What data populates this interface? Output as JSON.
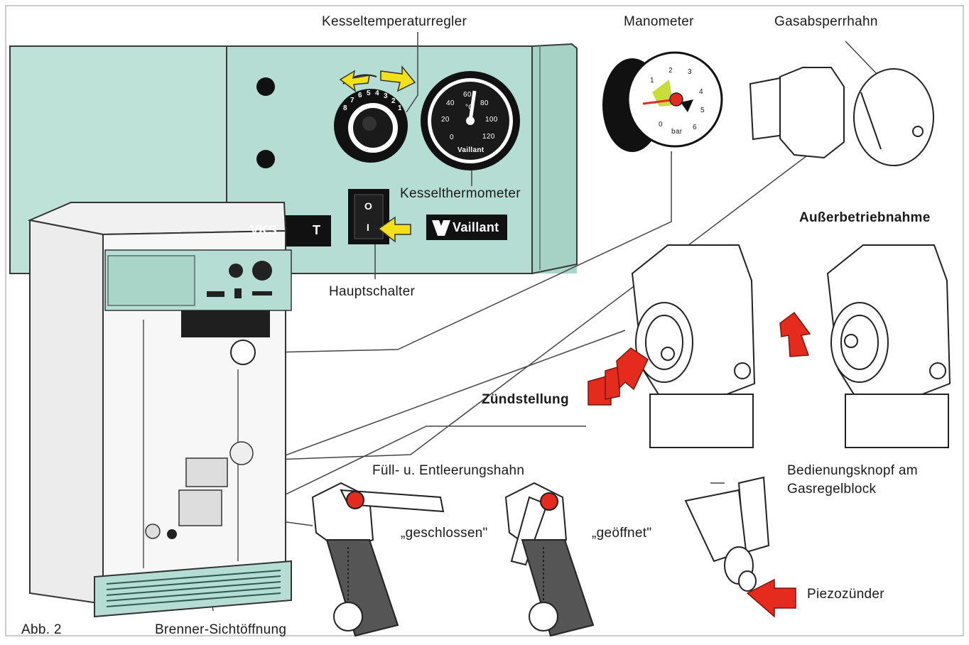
{
  "labels": {
    "boiler_temp_regulator": "Kesseltemperaturregler",
    "manometer": "Manometer",
    "gas_shutoff_valve": "Gasabsperrhahn",
    "boiler_thermometer": "Kesselthermometer",
    "main_switch": "Hauptschalter",
    "decommissioning": "Außerbetriebnahme",
    "ignition_position": "Zündstellung",
    "fill_drain_valve": "Füll- u. Entleerungshahn",
    "closed": "„geschlossen\"",
    "opened": "„geöffnet\"",
    "control_knob_line1": "Bedienungsknopf am",
    "control_knob_line2": "Gasregelblock",
    "piezo_igniter": "Piezozünder",
    "burner_sight_opening": "Brenner-Sichtöffnung",
    "figure": "Abb. 2"
  },
  "panel": {
    "model_text": "VKS",
    "model_suffix": "T",
    "brand": "Vaillant",
    "switch_off": "O",
    "switch_on": "I"
  },
  "dial": {
    "scale": [
      "8",
      "7",
      "6",
      "5",
      "4",
      "3",
      "2",
      "1"
    ]
  },
  "thermometer": {
    "scale": [
      "0",
      "20",
      "40",
      "60",
      "80",
      "100",
      "120"
    ],
    "unit": "°C",
    "brand": "Vaillant"
  },
  "manometer_gauge": {
    "scale": [
      "0",
      "1",
      "2",
      "3",
      "4",
      "5",
      "6"
    ],
    "unit": "bar"
  },
  "colors": {
    "panel_teal": "#b5ddd3",
    "accent_red": "#e52b1e",
    "arrow_yellow": "#f2e01a"
  }
}
